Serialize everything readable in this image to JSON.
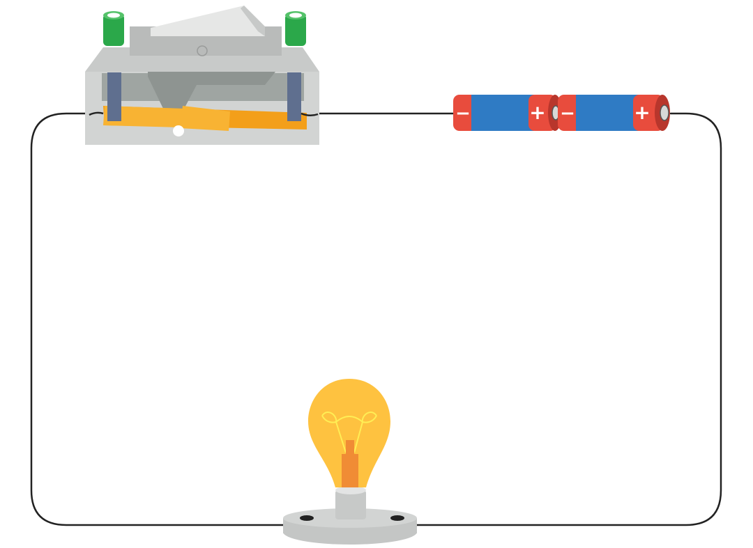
{
  "diagram": {
    "components": {
      "switch": {
        "state": "open",
        "terminals": 2
      },
      "batteries": [
        {
          "negative_sign": "−",
          "positive_sign": "+"
        },
        {
          "negative_sign": "−",
          "positive_sign": "+"
        }
      ],
      "bulb": {
        "state": "lit"
      }
    },
    "colors": {
      "wire": "#222222",
      "switch_base": "#d2d4d3",
      "switch_terminal": "#2ba84a",
      "switch_post": "#5f6f8f",
      "switch_contact": "#f8b333",
      "battery_body": "#2f7bc4",
      "battery_cap": "#e84c3d",
      "bulb_glass": "#fec240",
      "bulb_filament": "#ffee55",
      "bulb_stem": "#f08c35",
      "bulb_base": "#d2d4d3"
    }
  }
}
